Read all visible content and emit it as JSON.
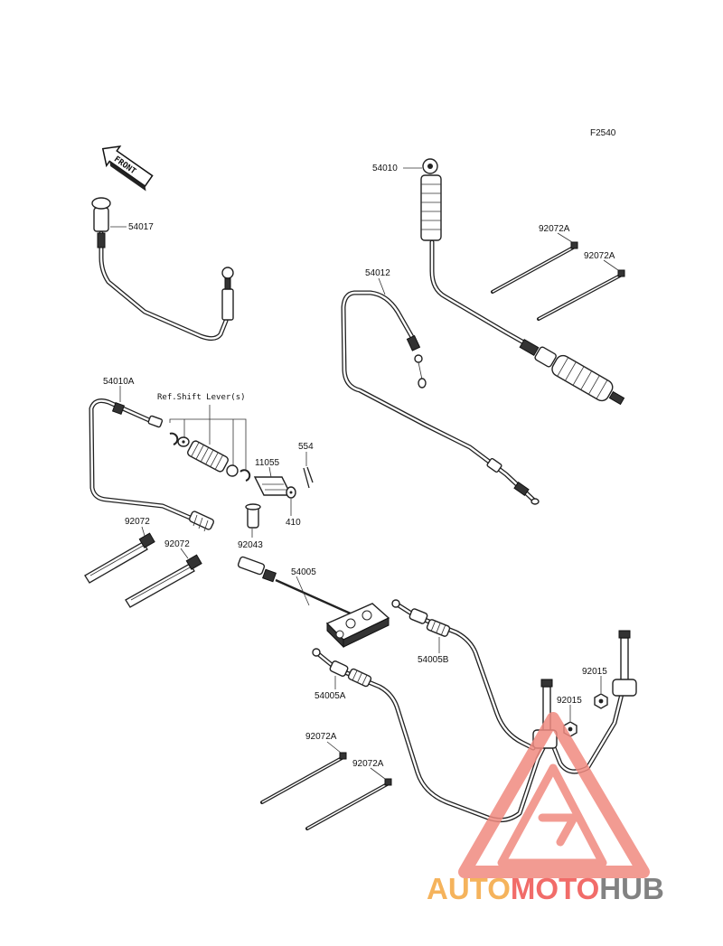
{
  "figure_code": "F2540",
  "front_label": "FRONT",
  "ref_note": "Ref.Shift Lever(s)",
  "part_labels": {
    "p54017": "54017",
    "p54010": "54010",
    "p54012": "54012",
    "p92072A_1": "92072A",
    "p92072A_2": "92072A",
    "p54010A": "54010A",
    "p554": "554",
    "p11055": "11055",
    "p410": "410",
    "p92043": "92043",
    "p92072_1": "92072",
    "p92072_2": "92072",
    "p54005": "54005",
    "p54005B": "54005B",
    "p54005A": "54005A",
    "p92015_1": "92015",
    "p92015_2": "92015",
    "p92072A_3": "92072A",
    "p92072A_4": "92072A"
  },
  "watermark": {
    "part1": "AUTO",
    "part2": "MOTO",
    "part3": "HUB",
    "colors": {
      "orange": "#f4a640",
      "red": "#ef5350",
      "gray": "#6d6d6d",
      "triangle": "#f08a80"
    }
  }
}
